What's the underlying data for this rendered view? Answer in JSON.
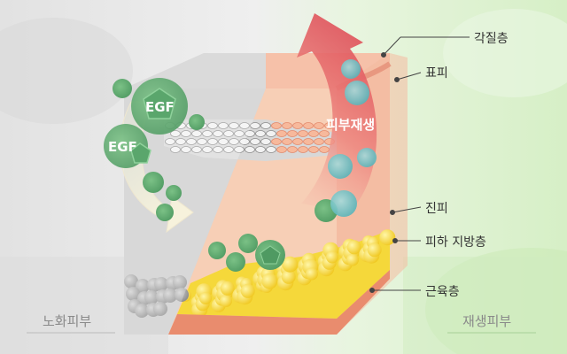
{
  "labels": {
    "stratum_corneum": "각질층",
    "epidermis": "표피",
    "dermis": "진피",
    "subcutaneous_fat": "피하 지방층",
    "muscle": "근육층"
  },
  "arrow_label": "피부재생",
  "egf_labels": [
    "EGF",
    "EGF"
  ],
  "corners": {
    "aged": "노화피부",
    "regenerated": "재생피부"
  },
  "colors": {
    "aged_bg": "#e6e6e6",
    "regen_bg": "#dff2d3",
    "skin_pink": "#f6c9ad",
    "fat_yellow": "#f5d83a",
    "muscle_red": "#e98c6e",
    "egf_green": "#5aa66c",
    "cell_teal": "#5fb8bd",
    "arrow_red": "#e0535b"
  }
}
